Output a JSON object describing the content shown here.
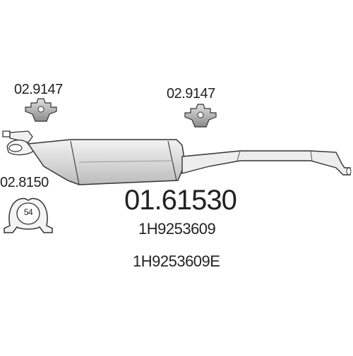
{
  "parts": {
    "hanger_left": {
      "code": "02.9147",
      "icon": "rubber-hanger-icon"
    },
    "hanger_right": {
      "code": "02.9147",
      "icon": "rubber-hanger-icon"
    },
    "clamp": {
      "code": "02.8150",
      "size": "54",
      "icon": "pipe-clamp-icon"
    },
    "muffler": {
      "icon": "rear-silencer-icon"
    }
  },
  "product": {
    "main_number": "01.61530",
    "oem_numbers": [
      "1H9253609",
      "1H9253609E"
    ]
  },
  "colors": {
    "line": "#333333",
    "fill": "#e6e6e6",
    "background": "#ffffff"
  }
}
